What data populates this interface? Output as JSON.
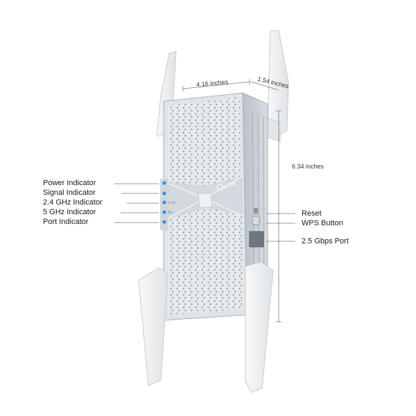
{
  "colors": {
    "body_light": "#e8ecef",
    "body_mid": "#c9d0d6",
    "body_dark": "#9aa4ad",
    "antenna": "#f3f4f5",
    "led": "#3a8fd9",
    "line": "#7a7a7a"
  },
  "brand": {
    "logo_icon": "tp-link-logo-icon",
    "logo_text": "tp-link"
  },
  "dimensions": {
    "width": "4.16 inches",
    "depth": "1.54 inches",
    "height": "6.34 inches"
  },
  "left_labels": [
    "Power Indicator",
    "Signal Indicator",
    "2.4 GHz Indicator",
    "5 GHz Indicator",
    "Port Indicator"
  ],
  "right_labels": [
    "Reset",
    "WPS Button",
    "2.5 Gbps Port"
  ],
  "led_marks": [
    "",
    "",
    "2.4G",
    "5G",
    ""
  ]
}
